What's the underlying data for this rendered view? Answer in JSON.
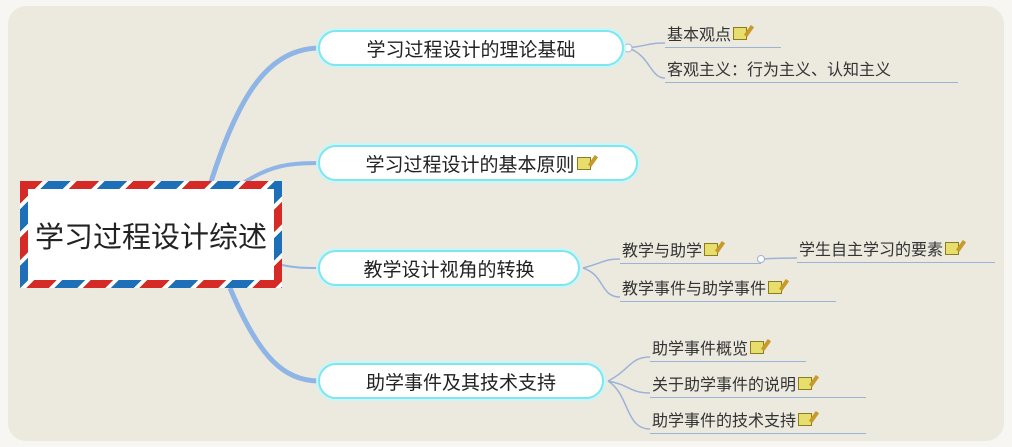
{
  "central": "学习过程设计综述",
  "topics": [
    {
      "label": "学习过程设计的理论基础",
      "children": [
        {
          "label": "基本观点",
          "note": true
        },
        {
          "label": "客观主义：行为主义、认知主义",
          "note": false
        }
      ]
    },
    {
      "label": "学习过程设计的基本原则",
      "note": true
    },
    {
      "label": "教学设计视角的转换",
      "children": [
        {
          "label": "教学与助学",
          "note": true,
          "children": [
            {
              "label": "学生自主学习的要素",
              "note": true
            }
          ]
        },
        {
          "label": "教学事件与助学事件",
          "note": true
        }
      ]
    },
    {
      "label": "助学事件及其技术支持",
      "children": [
        {
          "label": "助学事件概览",
          "note": true
        },
        {
          "label": "关于助学事件的说明",
          "note": true
        },
        {
          "label": "助学事件的技术支持",
          "note": true
        }
      ]
    }
  ],
  "colors": {
    "branch": "#8fb4e6",
    "sub_line": "#9db3d6",
    "topic_border": "#7fe6ee"
  }
}
